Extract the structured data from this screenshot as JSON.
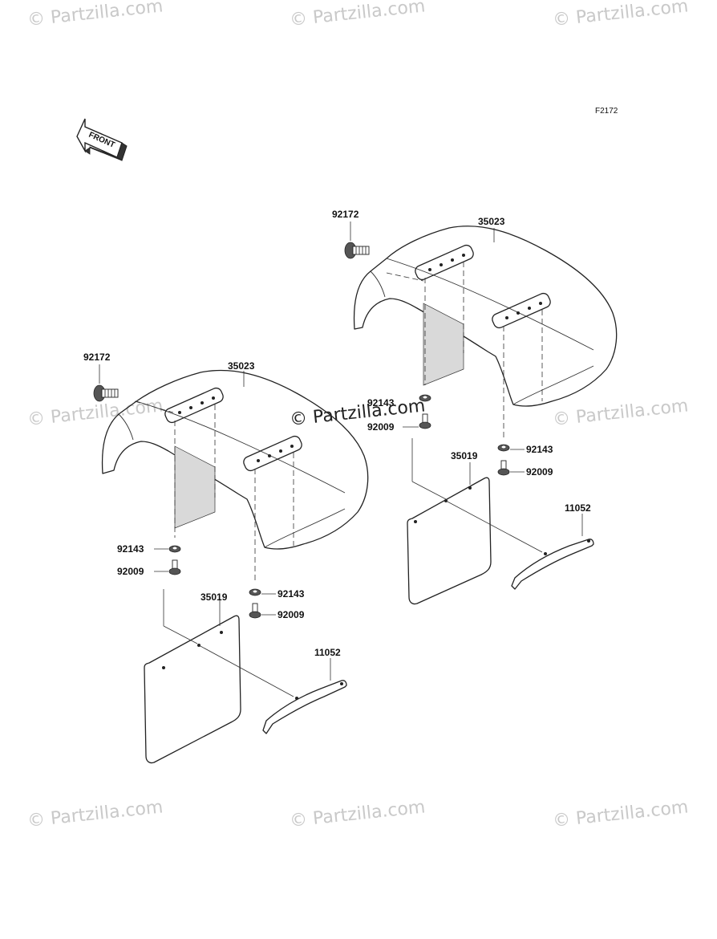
{
  "figure_code": "F2172",
  "front_label": "FRONT",
  "watermark": "© Partzilla.com",
  "center_watermark": "© Partzilla.com",
  "callouts": {
    "left_bolt": "92172",
    "left_fender": "35023",
    "left_washer_a": "92143",
    "left_bolt_a": "92009",
    "left_washer_b": "92143",
    "left_bolt_b": "92009",
    "left_mudflap": "35019",
    "left_bracket": "11052",
    "right_bolt": "92172",
    "right_fender": "35023",
    "right_washer_a": "92143",
    "right_bolt_a": "92009",
    "right_washer_b": "92143",
    "right_bolt_b": "92009",
    "right_mudflap": "35019",
    "right_bracket": "11052"
  }
}
